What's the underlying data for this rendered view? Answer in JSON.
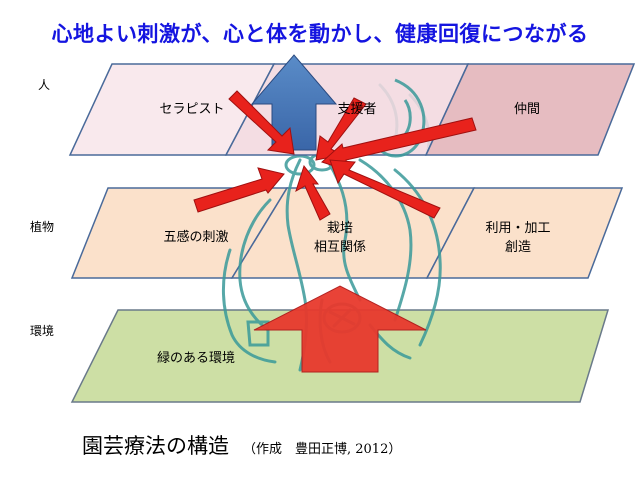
{
  "headline": "心地よい刺激が、心と体を動かし、健康回復につながる",
  "layers": {
    "people": {
      "side_label": "人",
      "cells": [
        "セラピスト",
        "支援者",
        "仲間"
      ]
    },
    "plants": {
      "side_label": "植物",
      "cells": [
        {
          "line1": "五感の刺激",
          "line2": ""
        },
        {
          "line1": "栽培",
          "line2": "相互関係"
        },
        {
          "line1": "利用・加工",
          "line2": "創造"
        }
      ]
    },
    "environment": {
      "side_label": "環境",
      "cell": "緑のある環境"
    }
  },
  "caption": {
    "title": "園芸療法の構造",
    "credit": "（作成　豊田正博, 2012）"
  },
  "colors": {
    "headline": "#1515e0",
    "people_cell_1": "#f8e6ea",
    "people_cell_2": "#f3d8df",
    "people_cell_3": "#e3b3b8",
    "plants_cells": "#fbe1cb",
    "environment_cell": "#cddfa5",
    "cell_border": "#4a6a9a",
    "up_arrow_blue": "#4a78b8",
    "up_arrow_red": "#e8392d",
    "stimulus_arrows": "#e8221c",
    "figure_outline": "#3a9a9a"
  },
  "icons": {
    "up_arrow_top": "blue-up-arrow-icon",
    "up_arrow_bottom": "red-up-arrow-icon",
    "stimulus": "red-converging-arrow-icon",
    "figure": "person-with-plant-outline-icon"
  }
}
